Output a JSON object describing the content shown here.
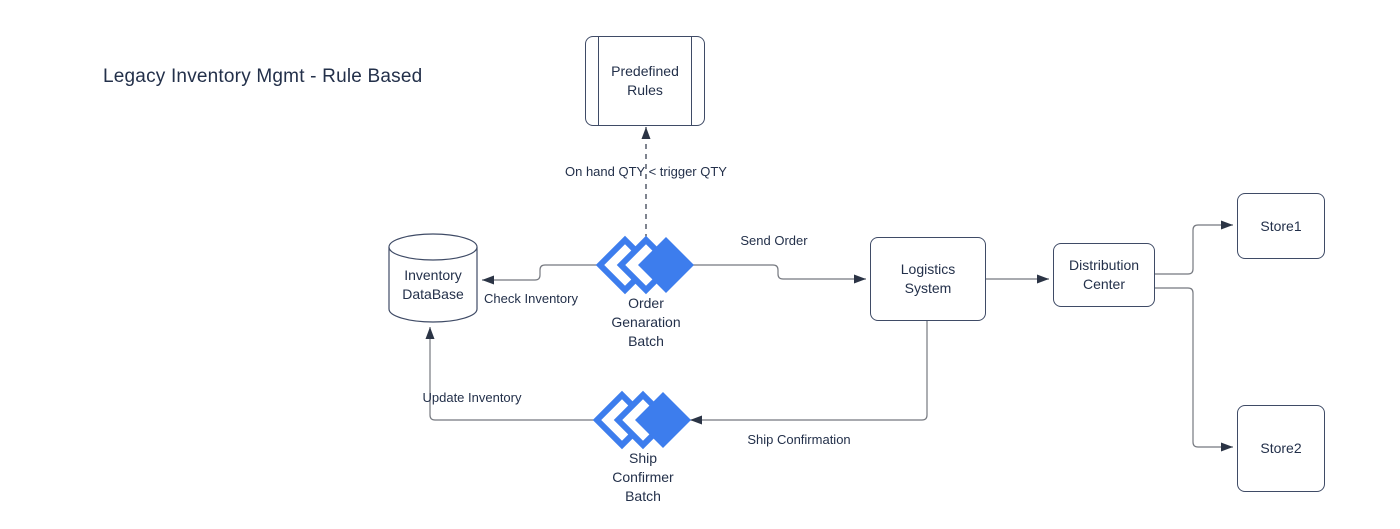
{
  "diagram": {
    "title": "Legacy Inventory Mgmt - Rule Based"
  },
  "colors": {
    "accent_blue": "#3d7ded",
    "ink": "#23304a",
    "connector_gray": "#75787f",
    "arrow_dark": "#2b3445",
    "shape_border": "#3f4b66"
  },
  "nodes": {
    "predefined_rules": {
      "label": "Predefined\nRules",
      "shape": "predefined-process"
    },
    "inventory_database": {
      "label": "Inventory\nDataBase",
      "shape": "database-cylinder"
    },
    "order_generation_batch": {
      "label": "Order\nGenaration\nBatch",
      "shape": "batch-job-diamonds"
    },
    "logistics_system": {
      "label": "Logistics\nSystem",
      "shape": "rounded-process"
    },
    "distribution_center": {
      "label": "Distribution\nCenter",
      "shape": "rounded-process"
    },
    "store1": {
      "label": "Store1",
      "shape": "rounded-process"
    },
    "store2": {
      "label": "Store2",
      "shape": "rounded-process"
    },
    "ship_confirmer_batch": {
      "label": "Ship\nConfirmer\nBatch",
      "shape": "batch-job-diamonds"
    }
  },
  "edges": {
    "rule_check": {
      "label": "On hand QTY < trigger QTY",
      "style": "dashed"
    },
    "check_inventory": {
      "label": "Check Inventory",
      "style": "solid"
    },
    "send_order": {
      "label": "Send Order",
      "style": "solid"
    },
    "ship_confirmation": {
      "label": "Ship Confirmation",
      "style": "solid"
    },
    "update_inventory": {
      "label": "Update Inventory",
      "style": "solid"
    }
  }
}
